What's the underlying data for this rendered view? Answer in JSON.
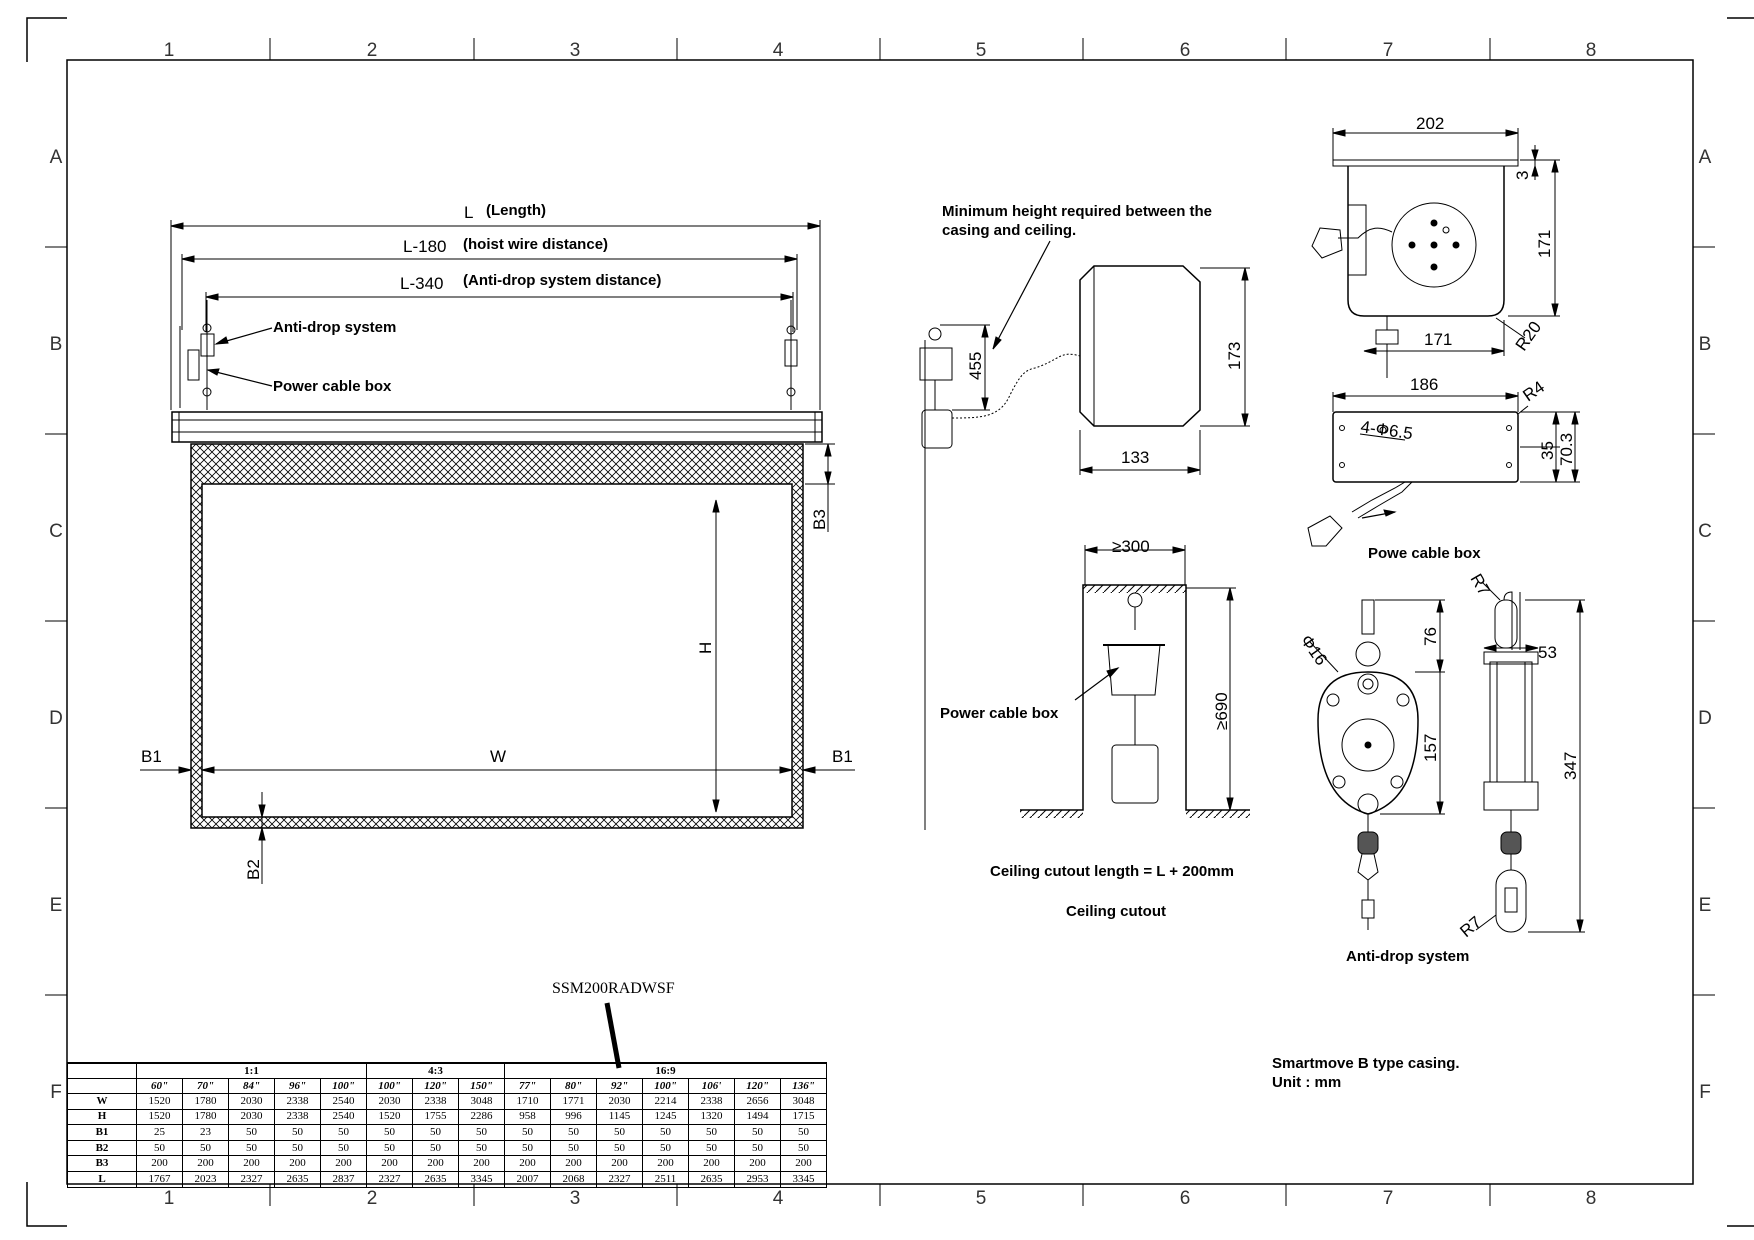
{
  "grid": {
    "columns": [
      "1",
      "2",
      "3",
      "4",
      "5",
      "6",
      "7",
      "8"
    ],
    "rows": [
      "A",
      "B",
      "C",
      "D",
      "E",
      "F"
    ]
  },
  "front_view": {
    "length": "L",
    "length_note": "(Length)",
    "hoist": "L-180",
    "hoist_note": "(hoist wire distance)",
    "antidrop": "L-340",
    "antidrop_note": "(Anti-drop system distance)",
    "callout_antidrop": "Anti-drop system",
    "callout_powerbox": "Power cable box",
    "b1": "B1",
    "b2": "B2",
    "b3": "B3",
    "w": "W",
    "h": "H"
  },
  "ceiling_view": {
    "min_height_note_1": "Minimum height required between the",
    "min_height_note_2": "casing and ceiling.",
    "dim_455": "455",
    "dim_173": "173",
    "dim_133": "133",
    "dim_300": "≥300",
    "dim_690": "≥690",
    "power_cable_box": "Power cable box",
    "cutout_length": "Ceiling cutout length = L + 200mm",
    "cutout_title": "Ceiling cutout"
  },
  "cable_box": {
    "dim_202": "202",
    "dim_3": "3",
    "dim_171v": "171",
    "dim_171h": "171",
    "r20": "R20",
    "dim_186": "186",
    "r4": "R4",
    "hole": "4-Φ6.5",
    "dim_35": "35",
    "dim_703": "70.3",
    "caption": "Powe cable box"
  },
  "anti_drop": {
    "r7_top": "R7",
    "phi16": "Φ16",
    "dim_76": "76",
    "dim_53": "53",
    "dim_157": "157",
    "dim_347": "347",
    "r7_bottom": "R7",
    "caption": "Anti-drop system"
  },
  "model": "SSM200RADWSF",
  "notes": {
    "line1": "Smartmove B type casing.",
    "line2": "Unit :  mm"
  },
  "spec_table": {
    "groups": [
      {
        "label": "1:1",
        "span": 5
      },
      {
        "label": "4:3",
        "span": 3
      },
      {
        "label": "16:9",
        "span": 7
      }
    ],
    "sizes": [
      "60\"",
      "70\"",
      "84\"",
      "96\"",
      "100\"",
      "100\"",
      "120\"",
      "150\"",
      "77\"",
      "80\"",
      "92\"",
      "100\"",
      "106'",
      "120\"",
      "136\""
    ],
    "rows": [
      {
        "label": "W",
        "values": [
          "1520",
          "1780",
          "2030",
          "2338",
          "2540",
          "2030",
          "2338",
          "3048",
          "1710",
          "1771",
          "2030",
          "2214",
          "2338",
          "2656",
          "3048"
        ]
      },
      {
        "label": "H",
        "values": [
          "1520",
          "1780",
          "2030",
          "2338",
          "2540",
          "1520",
          "1755",
          "2286",
          "958",
          "996",
          "1145",
          "1245",
          "1320",
          "1494",
          "1715"
        ]
      },
      {
        "label": "B1",
        "values": [
          "25",
          "23",
          "50",
          "50",
          "50",
          "50",
          "50",
          "50",
          "50",
          "50",
          "50",
          "50",
          "50",
          "50",
          "50"
        ]
      },
      {
        "label": "B2",
        "values": [
          "50",
          "50",
          "50",
          "50",
          "50",
          "50",
          "50",
          "50",
          "50",
          "50",
          "50",
          "50",
          "50",
          "50",
          "50"
        ]
      },
      {
        "label": "B3",
        "values": [
          "200",
          "200",
          "200",
          "200",
          "200",
          "200",
          "200",
          "200",
          "200",
          "200",
          "200",
          "200",
          "200",
          "200",
          "200"
        ]
      },
      {
        "label": "L",
        "values": [
          "1767",
          "2023",
          "2327",
          "2635",
          "2837",
          "2327",
          "2635",
          "3345",
          "2007",
          "2068",
          "2327",
          "2511",
          "2635",
          "2953",
          "3345"
        ]
      }
    ]
  }
}
